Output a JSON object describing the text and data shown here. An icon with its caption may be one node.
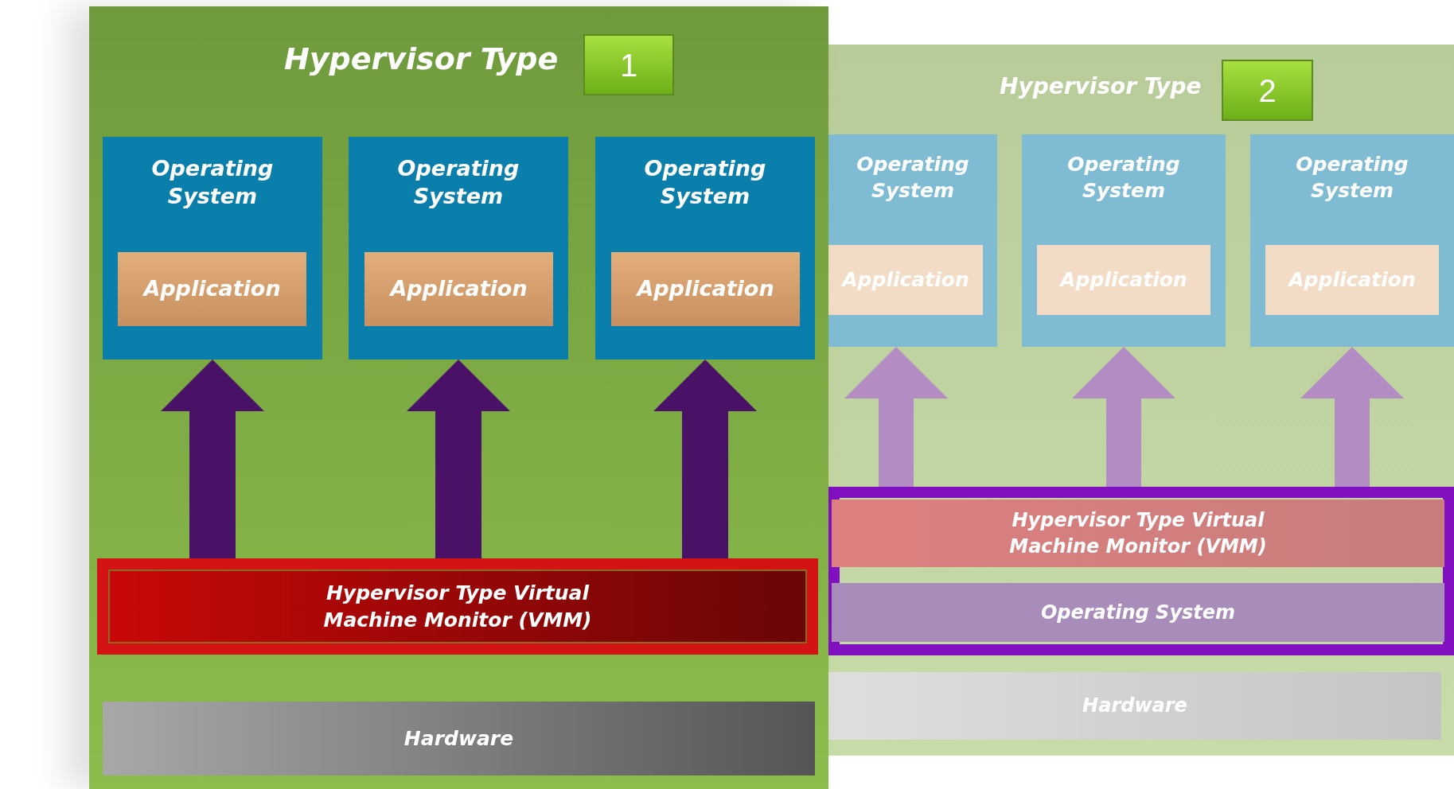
{
  "diagram": {
    "nodes": [
      {
        "text": [
          "Hypervisor Type"
        ]
      },
      {
        "text": [
          "1"
        ],
        "in": 0
      },
      {
        "text": [
          "Operating System"
        ],
        "in": 0
      },
      {
        "text": [
          "Application"
        ],
        "in": 2
      },
      {
        "text": [
          "Operating System"
        ],
        "in": 0
      },
      {
        "text": [
          "Application"
        ],
        "in": 4
      },
      {
        "text": [
          "Operating System"
        ],
        "in": 0
      },
      {
        "text": [
          "Application"
        ],
        "in": 6
      },
      {
        "text": [
          "Hypervisor Type Virtual Machine Monitor (VMM)"
        ],
        "in": 0
      },
      {
        "text": [
          "Hardware"
        ],
        "in": 0
      },
      {
        "text": [
          "Hypervisor Type"
        ]
      },
      {
        "text": [
          "2"
        ],
        "in": 10
      },
      {
        "text": [
          "Operating System"
        ],
        "in": 10
      },
      {
        "text": [
          "Application"
        ],
        "in": 12
      },
      {
        "text": [
          "Operating System"
        ],
        "in": 10
      },
      {
        "text": [
          "Application"
        ],
        "in": 14
      },
      {
        "text": [
          "Operating System"
        ],
        "in": 10
      },
      {
        "text": [
          "Application"
        ],
        "in": 16
      },
      {
        "text": [],
        "shape": "box",
        "in": 10
      },
      {
        "text": [
          "Hypervisor Type Virtual Machine Monitor (VMM)"
        ],
        "in": 18
      },
      {
        "text": [
          "Operating System"
        ],
        "in": 18
      },
      {
        "text": [
          "Hardware"
        ],
        "in": 10
      }
    ],
    "edges": [
      {
        "from": 8,
        "to": 2,
        "arrow": "to"
      },
      {
        "from": 8,
        "to": 4,
        "arrow": "to"
      },
      {
        "from": 8,
        "to": 6,
        "arrow": "to"
      },
      {
        "from": 18,
        "to": 12,
        "arrow": "to",
        "color": "#b48cc4"
      },
      {
        "from": 18,
        "to": 14,
        "arrow": "to",
        "color": "#b48cc4"
      },
      {
        "from": 18,
        "to": 16,
        "arrow": "to",
        "color": "#b48cc4"
      }
    ]
  }
}
